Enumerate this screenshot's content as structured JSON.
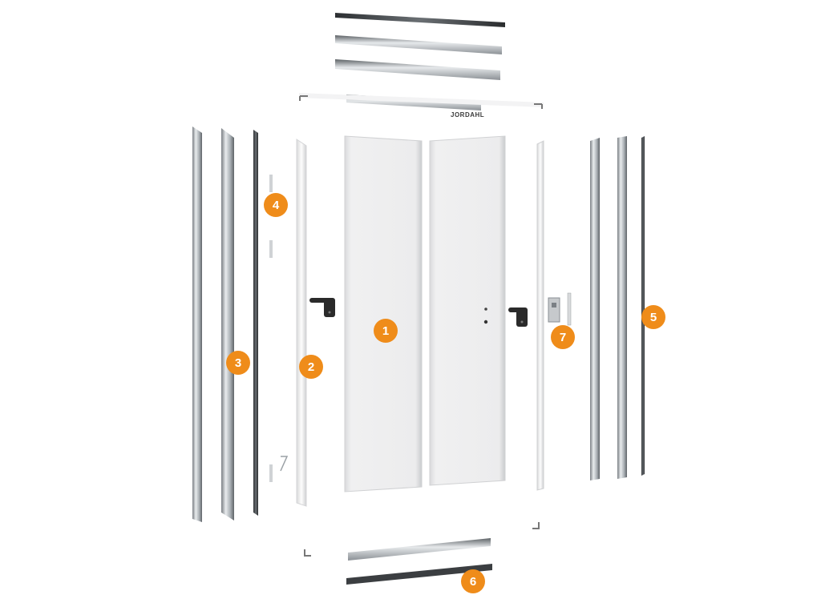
{
  "colors": {
    "callout": "#ef8c1a",
    "panel": "#ebebec",
    "frame_white": "#fbfbfb",
    "metal": "#b8bcc0",
    "dark_metal": "#3a3d40",
    "handle": "#2a2a2a"
  },
  "brand_label": "JORDAHL",
  "callouts": [
    {
      "number": "1",
      "part": "door-leaf"
    },
    {
      "number": "2",
      "part": "door-frame"
    },
    {
      "number": "3",
      "part": "frame-profile-left"
    },
    {
      "number": "4",
      "part": "hinge"
    },
    {
      "number": "5",
      "part": "frame-profile-right"
    },
    {
      "number": "6",
      "part": "threshold-seal"
    },
    {
      "number": "7",
      "part": "lock"
    }
  ],
  "icons": [
    "door-handle-icon",
    "keyhole-icon",
    "lock-case-icon",
    "hinge-icon"
  ]
}
